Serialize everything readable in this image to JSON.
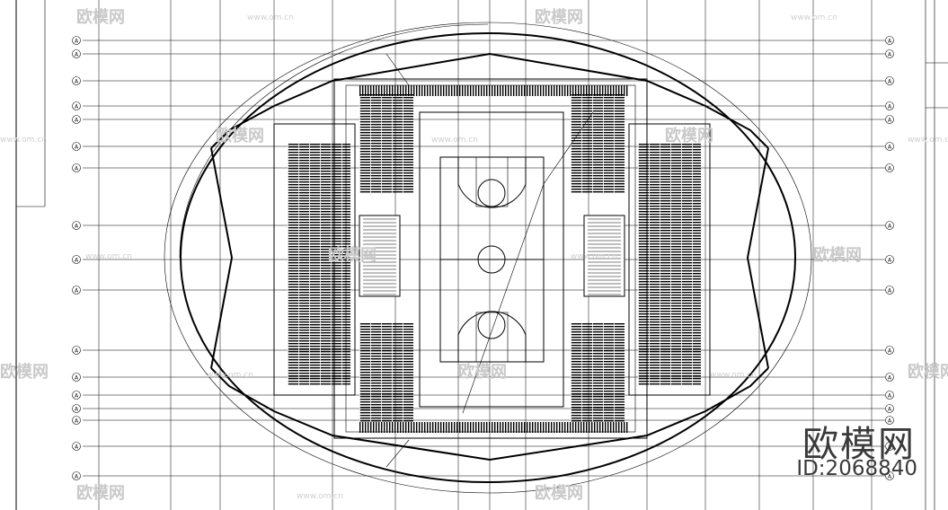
{
  "watermark": {
    "brand": "欧模网",
    "id_text": "ID:2068840",
    "site": "www.om.cn"
  },
  "drawing": {
    "grid_bubble_letter": "A"
  },
  "colors": {
    "line": "#000000",
    "watermark": "#c9c9c9",
    "brand_text": "#3a3a3a",
    "background": "#ffffff"
  }
}
